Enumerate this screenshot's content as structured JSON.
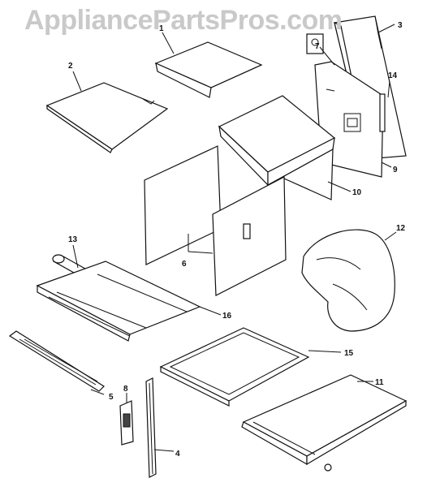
{
  "watermark": {
    "text": "AppliancePartsPros.com"
  },
  "callouts": [
    {
      "id": "1",
      "label": "1"
    },
    {
      "id": "2",
      "label": "2"
    },
    {
      "id": "3",
      "label": "3"
    },
    {
      "id": "4",
      "label": "4"
    },
    {
      "id": "5",
      "label": "5"
    },
    {
      "id": "6",
      "label": "6"
    },
    {
      "id": "7",
      "label": "7"
    },
    {
      "id": "8",
      "label": "8"
    },
    {
      "id": "9",
      "label": "9"
    },
    {
      "id": "10",
      "label": "10"
    },
    {
      "id": "11",
      "label": "11"
    },
    {
      "id": "12",
      "label": "12"
    },
    {
      "id": "13",
      "label": "13"
    },
    {
      "id": "14",
      "label": "14"
    },
    {
      "id": "15",
      "label": "15"
    },
    {
      "id": "16",
      "label": "16"
    }
  ]
}
